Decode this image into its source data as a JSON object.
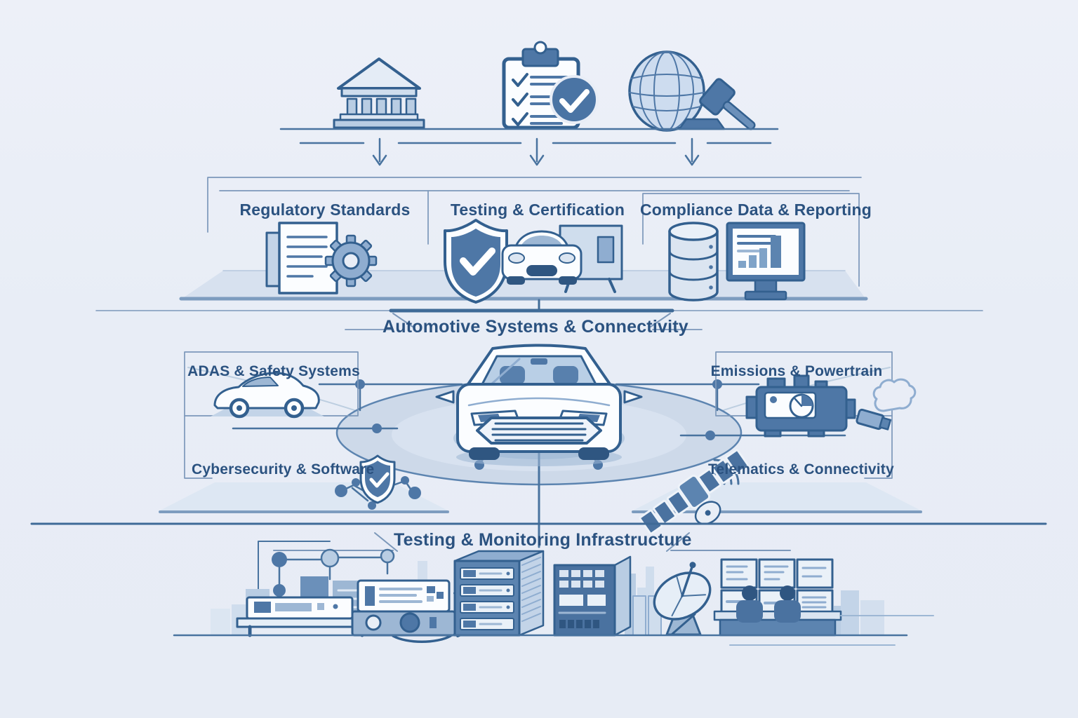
{
  "diagram": {
    "type": "layered-architecture-illustration",
    "theme": "automotive regulatory compliance and connectivity",
    "background_color": "#e8edf6",
    "colors": {
      "ink": "#33608f",
      "text": "#2b5280",
      "fill_medium": "#4e77a6",
      "fill_mid_light": "#8fadd0",
      "fill_light": "#c6d6e9",
      "fill_paper": "#fbfdff",
      "floor": "#d7e1ef",
      "floor_edge": "#7d9cbf"
    }
  },
  "top_row": {
    "icons": [
      {
        "name": "government-building-icon",
        "meaning": "regulator / authority"
      },
      {
        "name": "checklist-clipboard-icon",
        "meaning": "approved checklist"
      },
      {
        "name": "globe-gavel-icon",
        "meaning": "international law"
      }
    ],
    "flow": "three downward arrows into the standards layer"
  },
  "tier2": {
    "panels": [
      {
        "title": "Regulatory Standards",
        "icon": "documents-gear-icon"
      },
      {
        "title": "Testing & Certification",
        "icon": "shield-car-truck-icon"
      },
      {
        "title": "Compliance Data & Reporting",
        "icon": "database-report-monitor-icon"
      }
    ]
  },
  "hub": {
    "title": "Automotive Systems & Connectivity",
    "center_icon": "car-front-icon",
    "subsystems": [
      {
        "label": "ADAS & Safety Systems",
        "icon": "adas-car-icon",
        "position": "upper-left"
      },
      {
        "label": "Emissions & Powertrain",
        "icon": "engine-emissions-icon",
        "position": "upper-right"
      },
      {
        "label": "Cybersecurity & Software",
        "icon": "cyber-shield-network-icon",
        "position": "lower-left"
      },
      {
        "label": "Telematics & Connectivity",
        "icon": "satellite-icon",
        "position": "lower-right"
      }
    ]
  },
  "bottom": {
    "title": "Testing & Monitoring Infrastructure",
    "icons": [
      {
        "name": "test-bench-icon",
        "meaning": "lab test equipment"
      },
      {
        "name": "server-racks-icon",
        "meaning": "data center"
      },
      {
        "name": "satellite-dish-icon",
        "meaning": "ground station"
      },
      {
        "name": "control-room-icon",
        "meaning": "monitoring operators"
      }
    ]
  }
}
